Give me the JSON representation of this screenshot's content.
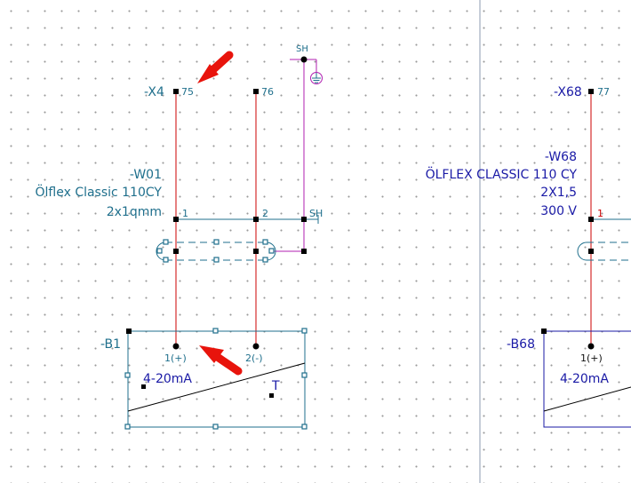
{
  "left_circuit": {
    "terminal_strip": "-X4",
    "terminal_a": "75",
    "terminal_b": "76",
    "shield_top": "SH",
    "cable_tag": "-W01",
    "cable_type": "Ölflex Classic 110CY",
    "cable_cross_section": "2x1qmm",
    "core_1": "1",
    "core_2": "2",
    "core_shield": "SH",
    "device_tag": "-B1",
    "pin_plus": "1(+)",
    "pin_minus": "2(-)",
    "signal": "4-20mA",
    "sensor_letter": "T"
  },
  "right_circuit": {
    "terminal_strip": "-X68",
    "terminal_a": "77",
    "cable_tag": "-W68",
    "cable_type": "ÖLFLEX CLASSIC 110 CY",
    "cable_cross_section": "2X1,5",
    "cable_voltage": "300 V",
    "core_1": "1",
    "device_tag": "-B68",
    "pin_plus": "1(+)",
    "signal": "4-20mA"
  },
  "colors": {
    "wire": "#cc0000",
    "shield_wire": "#b01fb0",
    "cable": "#1f6f8c",
    "device_box": "#1a1aa6",
    "page_border": "#8e9bb0",
    "annotation_arrow": "#e8140c"
  },
  "icons": [
    "ground-icon",
    "annotation-arrow-icon"
  ]
}
